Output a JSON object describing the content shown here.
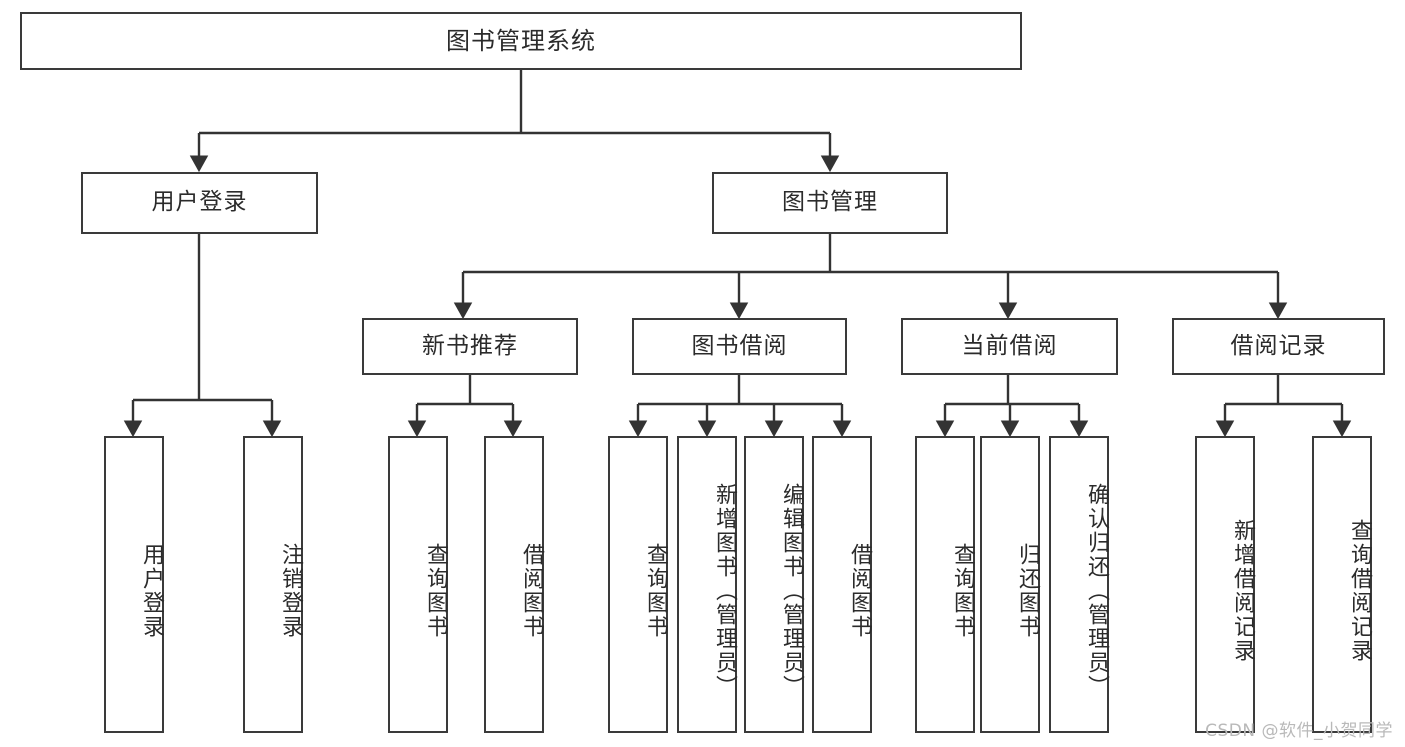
{
  "diagram": {
    "type": "tree",
    "title": "图书管理系统",
    "orientation": "top-down",
    "colors": {
      "box_border": "#3a3a3a",
      "box_fill": "#ffffff",
      "text": "#2b2b2b",
      "edge": "#333333",
      "watermark": "#b9b9b9",
      "background": "#ffffff"
    },
    "root": {
      "label": "图书管理系统"
    },
    "level2": [
      {
        "label": "用户登录"
      },
      {
        "label": "图书管理"
      }
    ],
    "level3": [
      {
        "label": "新书推荐"
      },
      {
        "label": "图书借阅"
      },
      {
        "label": "当前借阅"
      },
      {
        "label": "借阅记录"
      }
    ],
    "leaves": {
      "user_login": [
        {
          "label": "用户登录"
        },
        {
          "label": "注销登录"
        }
      ],
      "new_book_recommend": [
        {
          "label": "查询图书"
        },
        {
          "label": "借阅图书"
        }
      ],
      "book_borrow": [
        {
          "label": "查询图书"
        },
        {
          "label": "新增图书（管理员）"
        },
        {
          "label": "编辑图书（管理员）"
        },
        {
          "label": "借阅图书"
        }
      ],
      "current_borrow": [
        {
          "label": "查询图书"
        },
        {
          "label": "归还图书"
        },
        {
          "label": "确认归还（管理员）"
        }
      ],
      "borrow_record": [
        {
          "label": "新增借阅记录"
        },
        {
          "label": "查询借阅记录"
        }
      ]
    }
  },
  "watermark": {
    "text": "CSDN @软件_小贺同学"
  }
}
